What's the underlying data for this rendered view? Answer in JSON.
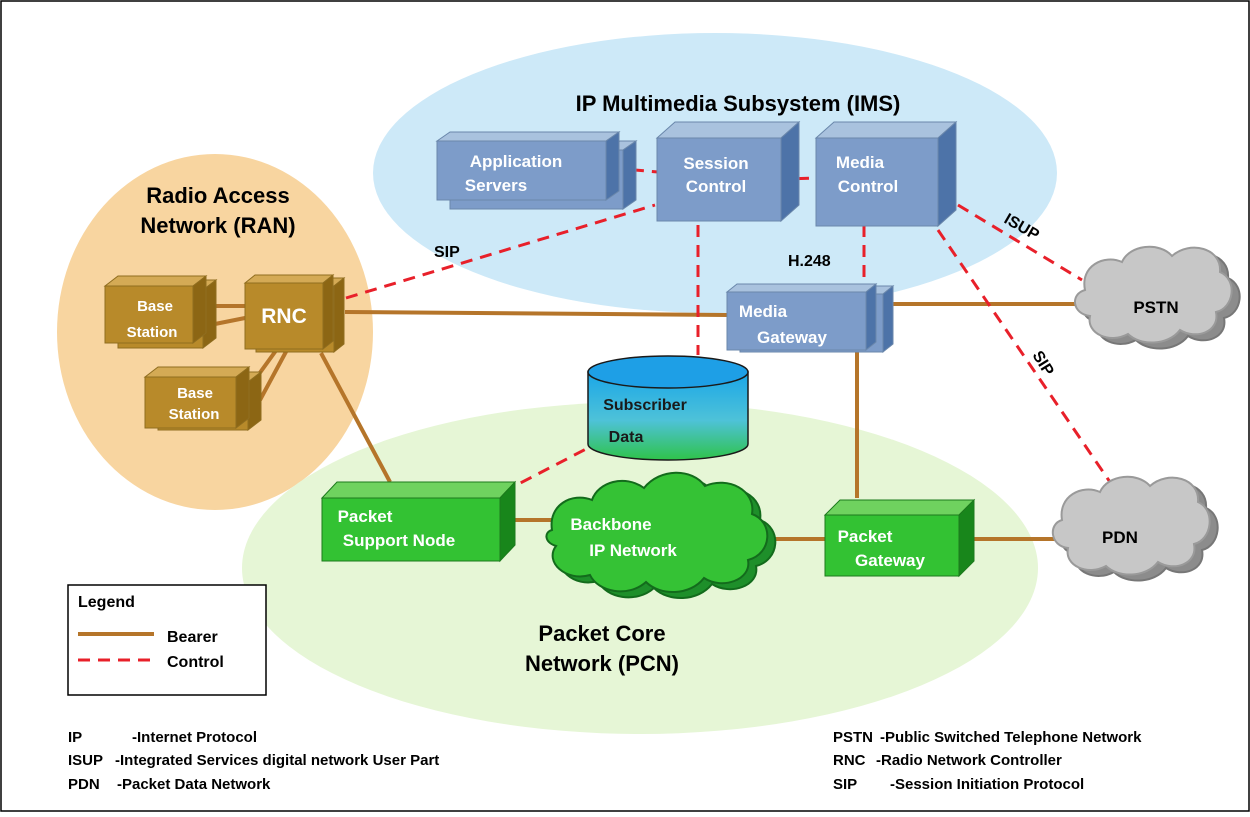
{
  "regions": {
    "ims": "IP Multimedia Subsystem (IMS)",
    "ran_line1": "Radio Access",
    "ran_line2": "Network (RAN)",
    "pcn_line1": "Packet Core",
    "pcn_line2": "Network (PCN)"
  },
  "nodes": {
    "app_servers": [
      "Application",
      "Servers"
    ],
    "session_control": [
      "Session",
      "Control"
    ],
    "media_control": [
      "Media",
      "Control"
    ],
    "media_gateway": [
      "Media",
      "Gateway"
    ],
    "rnc": "RNC",
    "base_station_1": [
      "Base",
      "Station"
    ],
    "base_station_2": [
      "Base",
      "Station"
    ],
    "subscriber_data": [
      "Subscriber",
      "Data"
    ],
    "packet_support_node": [
      "Packet",
      "Support Node"
    ],
    "backbone": [
      "Backbone",
      "IP Network"
    ],
    "packet_gateway": [
      "Packet",
      "Gateway"
    ],
    "pstn": "PSTN",
    "pdn": "PDN"
  },
  "link_labels": {
    "sip_ran": "SIP",
    "h248": "H.248",
    "isup": "ISUP",
    "sip_pdn": "SIP"
  },
  "legend": {
    "title": "Legend",
    "bearer": "Bearer",
    "control": "Control"
  },
  "abbreviations": [
    {
      "abbr": "IP",
      "desc": "-Internet Protocol"
    },
    {
      "abbr": "ISUP",
      "desc": "-Integrated Services digital network User Part"
    },
    {
      "abbr": "PDN",
      "desc": "-Packet Data Network"
    },
    {
      "abbr": "PSTN",
      "desc": "-Public Switched Telephone Network"
    },
    {
      "abbr": "RNC",
      "desc": "-Radio Network Controller"
    },
    {
      "abbr": "SIP",
      "desc": "-Session Initiation Protocol"
    }
  ],
  "colors": {
    "bearer": "#b5752a",
    "control": "#e8202a",
    "ims_region": "#cde9f8",
    "ran_region": "#f8d5a0",
    "pcn_region": "#e6f6d6"
  }
}
